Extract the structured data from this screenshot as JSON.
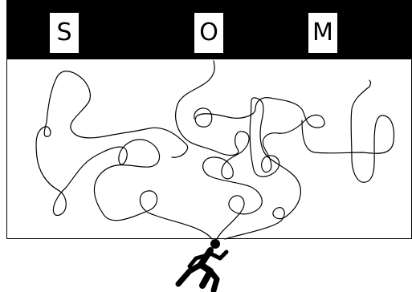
{
  "puzzle": {
    "letters": [
      {
        "id": "s",
        "text": "S"
      },
      {
        "id": "o",
        "text": "O"
      },
      {
        "id": "m",
        "text": "M"
      }
    ],
    "start_icon": "running-person-icon",
    "colors": {
      "bar": "#000000",
      "ink": "#000000",
      "background": "#ffffff"
    }
  }
}
